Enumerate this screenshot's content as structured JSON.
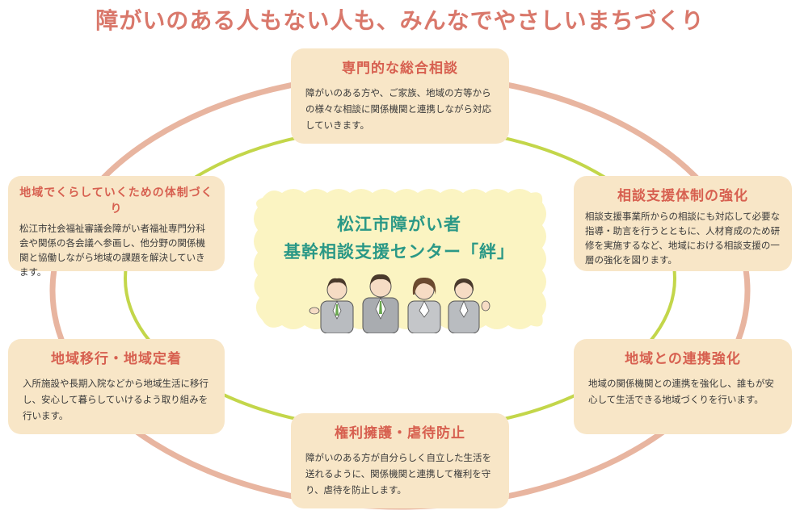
{
  "title": "障がいのある人もない人も、みんなでやさしいまちづくり",
  "center": {
    "line1": "松江市障がい者",
    "line2": "基幹相談支援センター「絆」"
  },
  "colors": {
    "outer_ring": "#e8b5a0",
    "inner_ring": "#c3d64a",
    "box_fill": "#f8e6c7",
    "box_title": "#d76050",
    "center_fill": "#fbf4c2",
    "center_text": "#2a9886"
  },
  "boxes": {
    "top": {
      "title": "専門的な総合相談",
      "body": "障がいのある方や、ご家族、地域の方等からの様々な相談に関係機関と連携しながら対応していきます。"
    },
    "left_top": {
      "title": "地域でくらしていくための体制づくり",
      "body": "松江市社会福祉審議会障がい者福祉専門分科会や関係の各会議へ参画し、他分野の関係機関と協働しながら地域の課題を解決していきます。"
    },
    "right_top": {
      "title": "相談支援体制の強化",
      "body": "相談支援事業所からの相談にも対応して必要な指導・助言を行うとともに、人材育成のため研修を実施するなど、地域における相談支援の一層の強化を図ります。"
    },
    "left_bottom": {
      "title": "地域移行・地域定着",
      "body": "入所施設や長期入院などから地域生活に移行し、安心して暮らしていけるよう取り組みを行います。"
    },
    "right_bottom": {
      "title": "地域との連携強化",
      "body": "地域の関係機関との連携を強化し、誰もが安心して生活できる地域づくりを行います。"
    },
    "bottom": {
      "title": "権利擁護・虐待防止",
      "body": "障がいのある方が自分らしく自立した生活を送れるように、関係機関と連携して権利を守り、虐待を防止します。"
    }
  }
}
